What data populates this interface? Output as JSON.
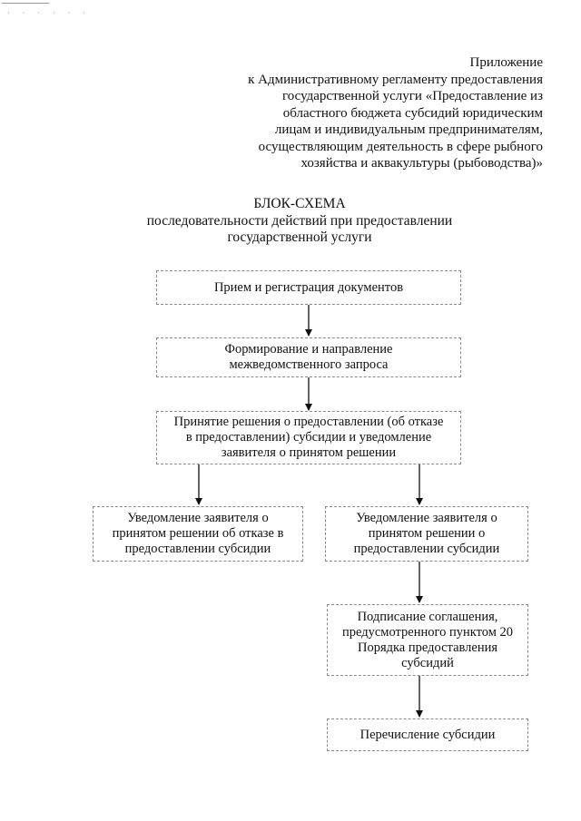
{
  "appendix": {
    "lines": [
      "Приложение",
      "к Административному регламенту предоставления",
      "государственной услуги «Предоставление из",
      "областного бюджета субсидий юридическим",
      "лицам и индивидуальным предпринимателям,",
      "осуществляющим деятельность в сфере рыбного",
      "хозяйства и аквакультуры (рыбоводства)»"
    ]
  },
  "heading": {
    "title": "БЛОК-СХЕМА",
    "subtitle_lines": [
      "последовательности действий при предоставлении",
      "государственной услуги"
    ]
  },
  "flowchart": {
    "step1": {
      "lines": [
        "Прием и регистрация документов"
      ]
    },
    "step2": {
      "lines": [
        "Формирование и направление",
        "межведомственного запроса"
      ]
    },
    "step3": {
      "lines": [
        "Принятие решения о предоставлении (об отказе",
        "в предоставлении) субсидии и уведомление",
        "заявителя о принятом решении"
      ]
    },
    "refusal": {
      "lines": [
        "Уведомление заявителя о",
        "принятом решении об отказе в",
        "предоставлении субсидии"
      ]
    },
    "approval": {
      "lines": [
        "Уведомление заявителя о",
        "принятом решении о",
        "предоставлении субсидии"
      ]
    },
    "agreement": {
      "lines": [
        "Подписание соглашения,",
        "предусмотренного пунктом 20",
        "Порядка предоставления",
        "субсидий"
      ]
    },
    "transfer": {
      "lines": [
        "Перечисление субсидии"
      ]
    }
  }
}
